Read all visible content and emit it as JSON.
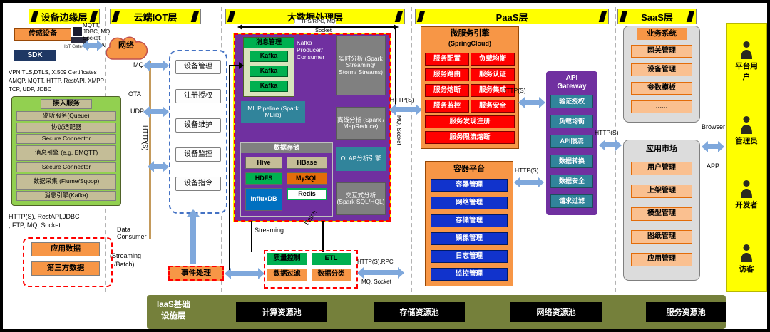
{
  "colors": {
    "header_yellow": "#FFFF00",
    "orange": "#F79646",
    "light_orange": "#FAC090",
    "red": "#FF0000",
    "green": "#00B050",
    "light_green": "#92D050",
    "tan": "#C4BD97",
    "teal": "#31849B",
    "gray": "#808080",
    "purple": "#7030A0",
    "blue": "#1133CC",
    "arrow_blue": "#7FA8DC",
    "olive": "#75803B"
  },
  "headers": {
    "edge": "设备边缘层",
    "iot": "云端IOT层",
    "bigdata": "大数据处理层",
    "paas": "PaaS层",
    "saas": "SaaS层"
  },
  "edge": {
    "sensor": "传感设备",
    "iot_gateway": "IoT Gateway",
    "sdk": "SDK",
    "protocols_right": "MQTT, JDBC, MQ, Socket, OPC-UA",
    "network_cloud": "网络",
    "security_line1": "VPN,TLS,DTLS, X.509 Certificates",
    "security_line2": "AMQP, MQTT, HTTP, RestAPI, XMPP",
    "security_line3": "TCP, UDP, JDBC",
    "access": {
      "title": "接入服务",
      "items": [
        "监听服务(Queue)",
        "协议适配器",
        "Secure Connector",
        "消息引擎 (e.g. EMQTT)",
        "Secure Connector",
        "数据采集 (Flume/Sqoop)",
        "消息引擎(Kafka)"
      ]
    },
    "bottom_protocols_1": "HTTP(S), RestAPI,JDBC",
    "bottom_protocols_2": ", FTP, MQ, Socket",
    "app_data": "应用数据",
    "third_party_data": "第三方数据"
  },
  "iot": {
    "mq": "MQ",
    "ota": "OTA",
    "udp": "UDP",
    "https": "HTTP(S)",
    "device_items": [
      "设备管理",
      "注册授权",
      "设备维护",
      "设备监控",
      "设备指令"
    ],
    "data_consumer": "Data Consumer",
    "streaming_batch_1": "(Streaming",
    "streaming_batch_2": "/Batch)",
    "event_processing": "事件处理"
  },
  "bigdata": {
    "top_protocol_1": "HTTPS/RPC, MQ",
    "top_protocol_2": "Socket",
    "message_mgmt": {
      "title": "消息管理",
      "items": [
        "Kafka",
        "Kafka",
        "Kafka"
      ]
    },
    "kafka_producer": "Kafka Producer/ Consumer",
    "realtime": "实时分析 (Spark Streaming/ Storm/ Streams)",
    "ml_pipeline": "ML Pipeline (Spark MLlib)",
    "offline": "离线分析 (Spark / MapReduce)",
    "storage": {
      "title": "数据存储",
      "engines": [
        "Hive",
        "HBase",
        "HDFS",
        "MySQL",
        "InfluxDB",
        "Redis"
      ]
    },
    "olap": "OLAP分析引擎",
    "interactive": "交互式分析 (Spark SQL/HQL)",
    "streaming_label": "Streaming",
    "batch_label": "Batch",
    "quality": "质量控制",
    "etl": "ETL",
    "filter": "数据过滤",
    "classify": "数据分类",
    "right_protocol_1": "HTTP(S),RPC",
    "right_protocol_2": "MQ, Socket",
    "to_paas_http": "HTTP(S)",
    "to_paas_mq": "MQ, Socket"
  },
  "paas": {
    "micro": {
      "title_1": "微服务引擎",
      "title_2": "(SpringCloud)",
      "grid_items": [
        "服务配置",
        "负载均衡",
        "服务路由",
        "服务认证",
        "服务熔断",
        "服务集成",
        "服务监控",
        "服务安全"
      ],
      "full_items": [
        "服务发现注册",
        "服务限流熔断"
      ]
    },
    "container": {
      "title": "容器平台",
      "items": [
        "容器管理",
        "网络管理",
        "存储管理",
        "镜像管理",
        "日志管理",
        "监控管理"
      ]
    },
    "gateway": {
      "title_1": "API",
      "title_2": "Gateway",
      "items": [
        "验证授权",
        "负载均衡",
        "API限流",
        "数据转换",
        "数据安全",
        "请求过滤"
      ]
    },
    "http_1": "HTTP(S)",
    "http_2": "HTTP(S)",
    "http_3": "HTTP(S)"
  },
  "saas": {
    "business": {
      "title": "业务系统",
      "items": [
        "网关管理",
        "设备管理",
        "参数模板",
        "......"
      ]
    },
    "market": {
      "title": "应用市场",
      "items": [
        "用户管理",
        "上架管理",
        "模型管理",
        "图纸管理",
        "应用管理"
      ]
    },
    "browser": "Browser",
    "app": "APP"
  },
  "users": {
    "items": [
      "平台用户",
      "管理员",
      "开发者",
      "访客"
    ]
  },
  "iaas": {
    "title_1": "IaaS基础",
    "title_2": "设施层",
    "pools": [
      "计算资源池",
      "存储资源池",
      "网络资源池",
      "服务资源池"
    ]
  }
}
